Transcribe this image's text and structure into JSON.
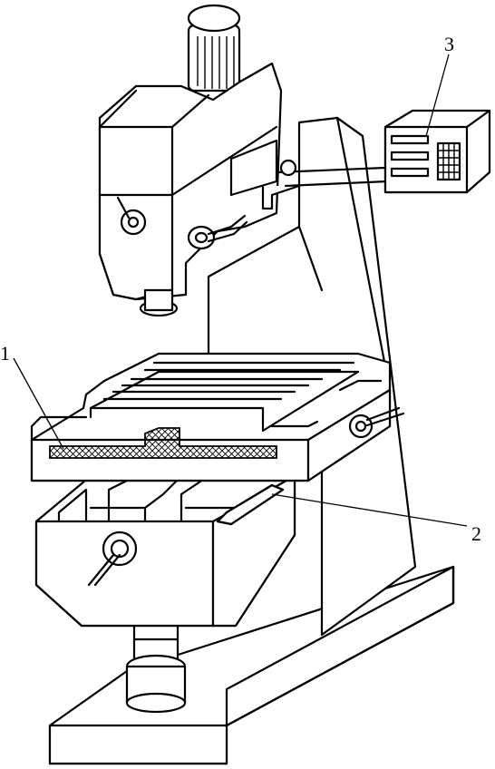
{
  "callouts": {
    "c1": "1",
    "c2": "2",
    "c3": "3"
  },
  "colors": {
    "stroke": "#000000",
    "background": "#ffffff"
  },
  "hatch_pattern": "cross-hatch"
}
